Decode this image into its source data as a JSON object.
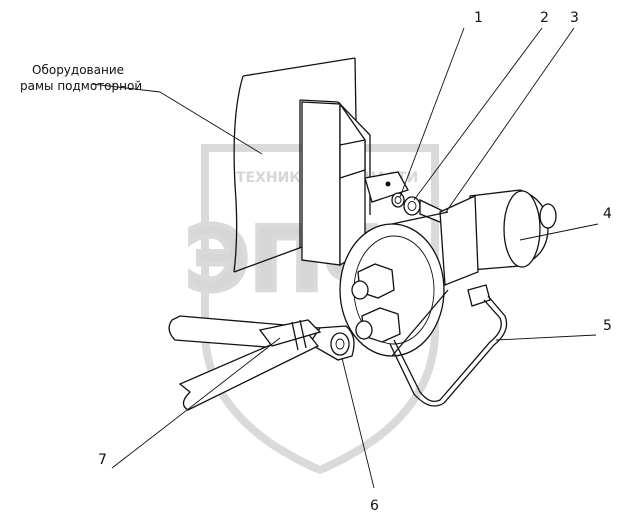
{
  "caption": {
    "line1": "Оборудование",
    "line2": "рамы подмоторной"
  },
  "callouts": [
    "1",
    "2",
    "3",
    "4",
    "5",
    "6",
    "7"
  ],
  "watermark": {
    "top_text": "ТЕХНИКА",
    "top_text_right": "ЗАПЧАСТИ",
    "main_text": "ЭПФ",
    "icon": "gear-icon"
  },
  "colors": {
    "line": "#111111",
    "watermark": "#d2d2d2",
    "background": "#ffffff"
  }
}
